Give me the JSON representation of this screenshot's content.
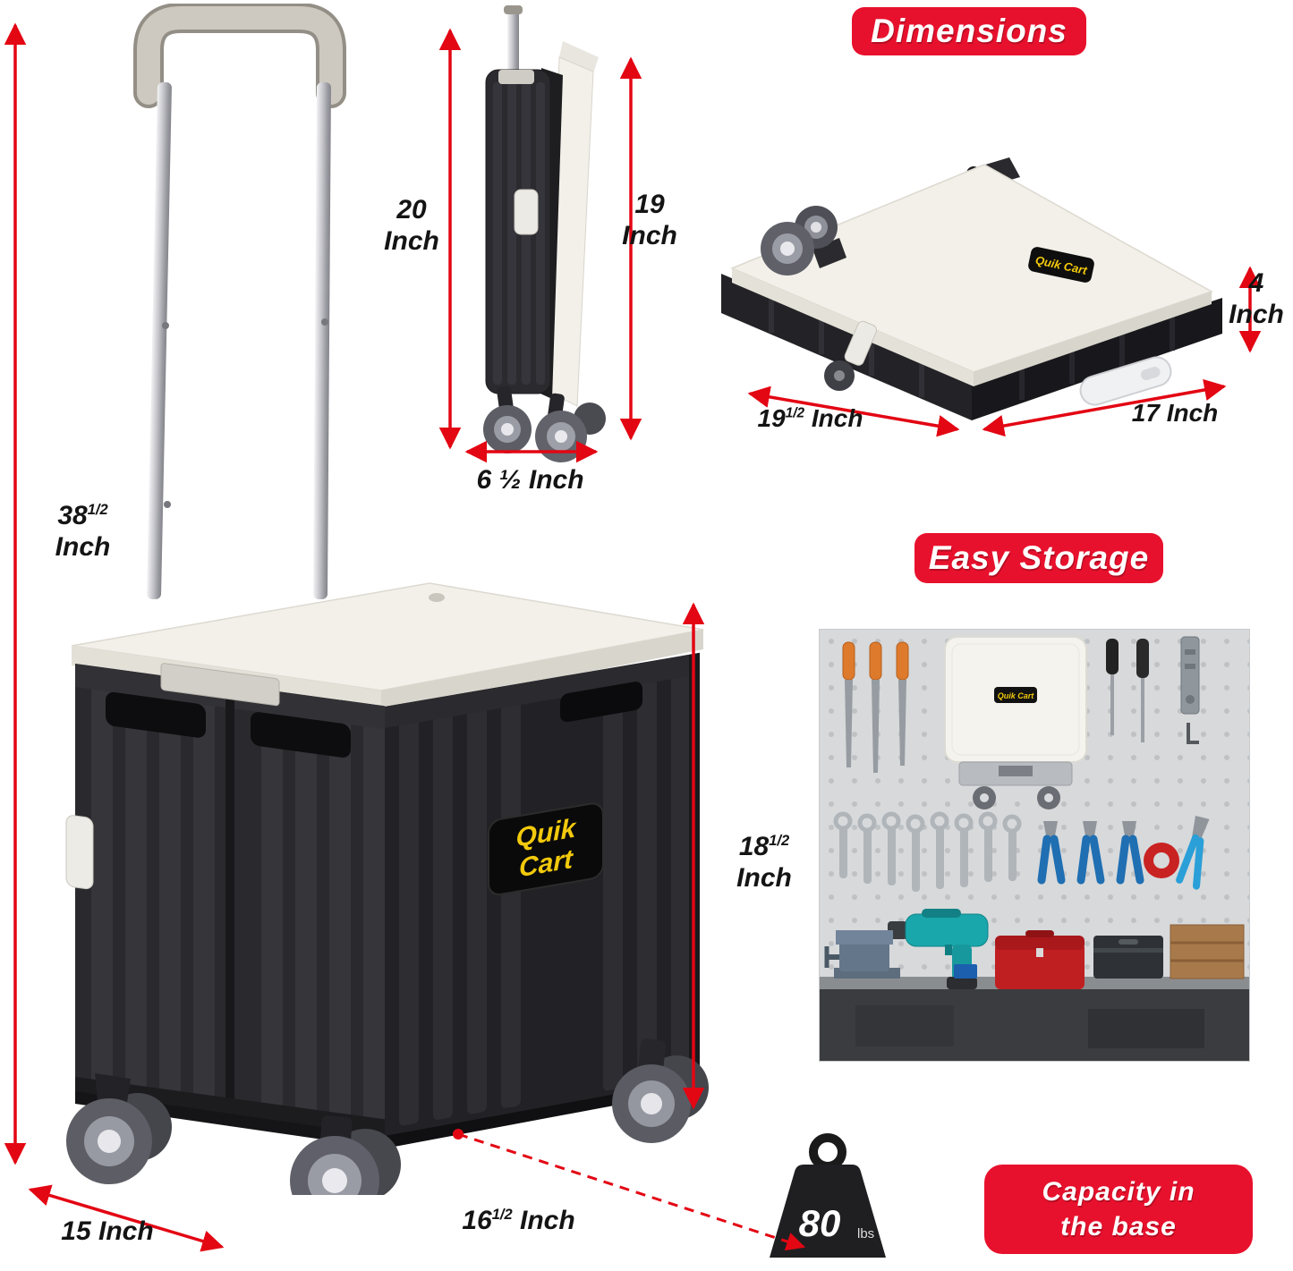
{
  "badges": {
    "dimensions": "Dimensions",
    "easy_storage": "Easy Storage",
    "capacity_line1": "Capacity in",
    "capacity_line2": "the base"
  },
  "dims": {
    "overall_height": {
      "num": "38",
      "frac": "1/2",
      "unit": "Inch"
    },
    "folded_front_height": {
      "num": "20",
      "frac": "",
      "unit": "Inch"
    },
    "folded_back_height": {
      "num": "19",
      "frac": "",
      "unit": "Inch"
    },
    "folded_width": {
      "num": "6 ½",
      "frac": "",
      "unit": "Inch"
    },
    "flat_thickness": {
      "num": "4",
      "frac": "",
      "unit": "Inch"
    },
    "flat_depth": {
      "num": "19",
      "frac": "1/2",
      "unit": "Inch"
    },
    "flat_width": {
      "num": "17",
      "frac": "",
      "unit": "Inch"
    },
    "open_height": {
      "num": "18",
      "frac": "1/2",
      "unit": "Inch"
    },
    "base_width": {
      "num": "15",
      "frac": "",
      "unit": "Inch"
    },
    "base_depth": {
      "num": "16",
      "frac": "1/2",
      "unit": "Inch"
    },
    "capacity_value": "80",
    "capacity_unit": "lbs"
  },
  "brand": {
    "line1": "Quik",
    "line2": "Cart",
    "full": "Quik Cart"
  },
  "colors": {
    "accent_red": "#e8112d",
    "arrow_red": "#e30613",
    "cart_black": "#26262a",
    "lid_white": "#f2f0e9",
    "logo_yellow": "#f2c90c"
  }
}
